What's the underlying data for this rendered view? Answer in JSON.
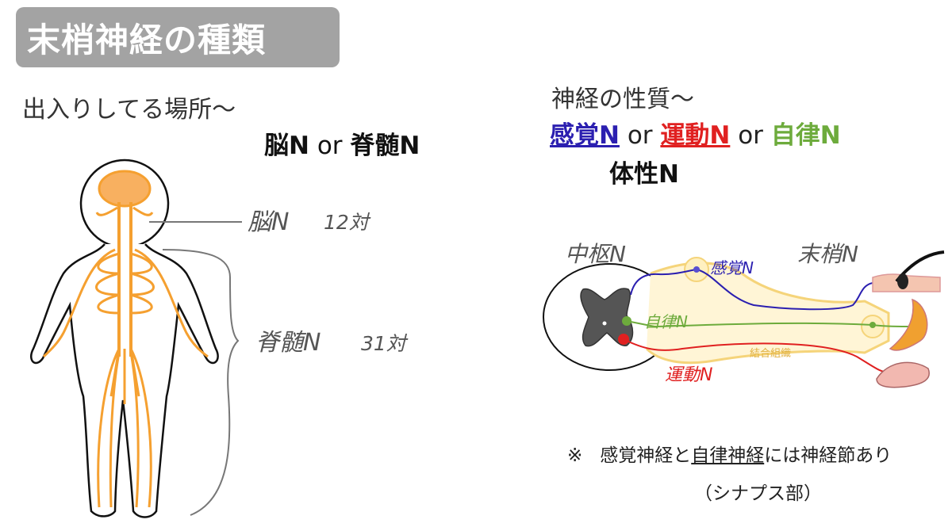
{
  "title": "末梢神経の種類",
  "left": {
    "heading": "出入りしてる場所〜",
    "brain_n": "脳N",
    "or": "or",
    "spinal_n": "脊髄N"
  },
  "figure_left": {
    "brain_label": "脳N",
    "brain_count": "12対",
    "spinal_label": "脊髄N",
    "spinal_count": "31対"
  },
  "right": {
    "heading": "神経の性質〜",
    "sensory": "感覚N",
    "or1": "or",
    "motor": "運動N",
    "or2": "or",
    "autonomic": "自律N",
    "somatic": "体性N"
  },
  "figure_right": {
    "central_label": "中枢N",
    "peripheral_label": "末梢N",
    "sensory_label": "感覚N",
    "autonomic_label": "自律N",
    "motor_label": "運動N",
    "connective_label": "結合組織"
  },
  "note": {
    "mark": "※",
    "text_a": "感覚神経と",
    "text_u": "自律神経",
    "text_b": "には神経節あり",
    "sub": "（シナプス部）"
  },
  "colors": {
    "title_bg": "#a3a3a3",
    "sensory": "#2b1fb0",
    "motor": "#e02020",
    "autonomic": "#6dab3c",
    "nerve_orange": "#f5a030"
  }
}
